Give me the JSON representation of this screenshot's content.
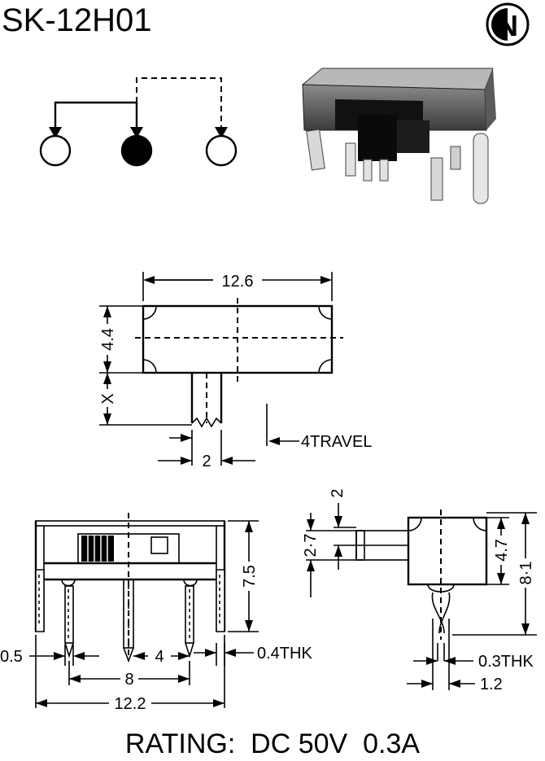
{
  "title": "SK-12H01",
  "logo_letter": "N",
  "top_view": {
    "width": "12.6",
    "height": "4.4",
    "x_label": "X",
    "actuator": "2",
    "travel": "4TRAVEL"
  },
  "front_view": {
    "height": "7.5",
    "pin_width": "0.5",
    "pin_pitch": "4",
    "outer_pitch": "8",
    "total": "12.2",
    "thickness": "0.4THK"
  },
  "side_view": {
    "top": "2",
    "actuator": "2·7",
    "body": "4.7",
    "overall": "8·1",
    "thickness": "0.3THK",
    "pin": "1.2"
  },
  "rating": "RATING:  DC 50V  0.3A"
}
